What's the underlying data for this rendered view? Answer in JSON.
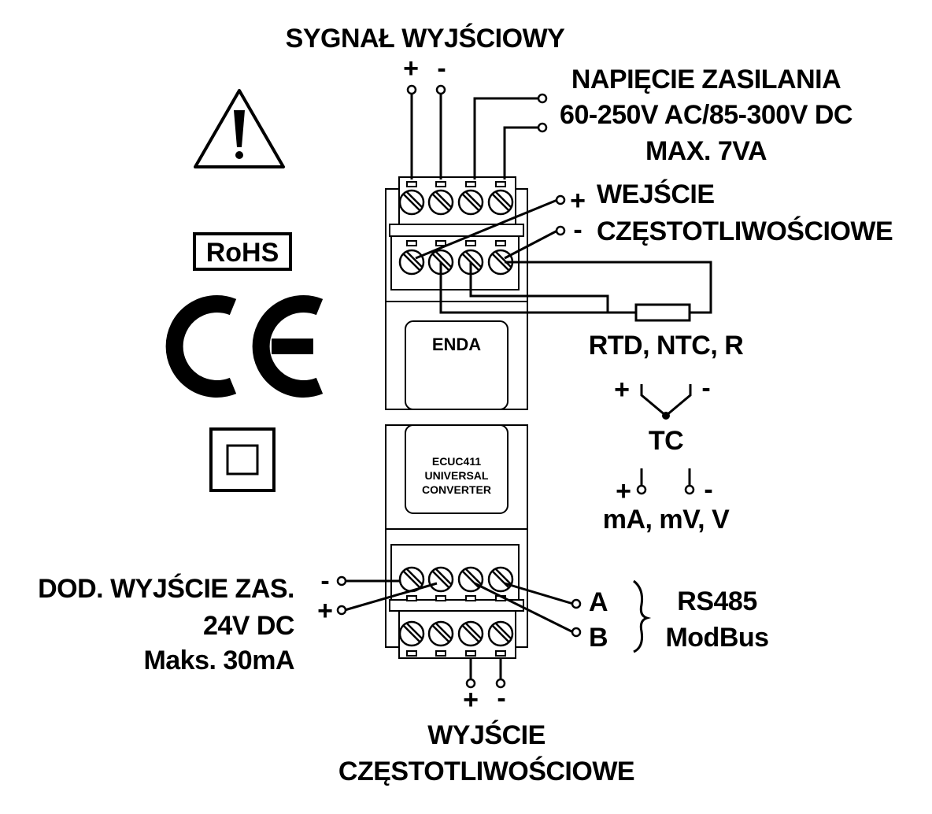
{
  "labels": {
    "output_signal": "SYGNAŁ WYJŚCIOWY",
    "supply_line1": "NAPIĘCIE ZASILANIA",
    "supply_line2": "60-250V AC/85-300V DC",
    "supply_line3": "MAX. 7VA",
    "freq_in_line1": "WEJŚCIE",
    "freq_in_line2": "CZĘSTOTLIWOŚCIOWE",
    "rtd": "RTD, NTC, R",
    "tc": "TC",
    "ma_mv_v": "mA, mV, V",
    "aux_line1": "DOD. WYJŚCIE ZAS.",
    "aux_line2": "24V DC",
    "aux_line3": "Maks. 30mA",
    "rs485_line1": "RS485",
    "rs485_line2": "ModBus",
    "term_a": "A",
    "term_b": "B",
    "freq_out_line1": "WYJŚCIE",
    "freq_out_line2": "CZĘSTOTLIWOŚCIOWE"
  },
  "polarity": {
    "plus": "+",
    "minus": "-"
  },
  "device": {
    "brand": "ENDA",
    "model_line1": "ECUC411",
    "model_line2": "UNIVERSAL",
    "model_line3": "CONVERTER"
  },
  "marks": {
    "rohs": "RoHS",
    "warning_icon": "warning-triangle-icon",
    "ce_icon": "ce-mark-icon",
    "double_insulation_icon": "double-insulation-icon"
  }
}
